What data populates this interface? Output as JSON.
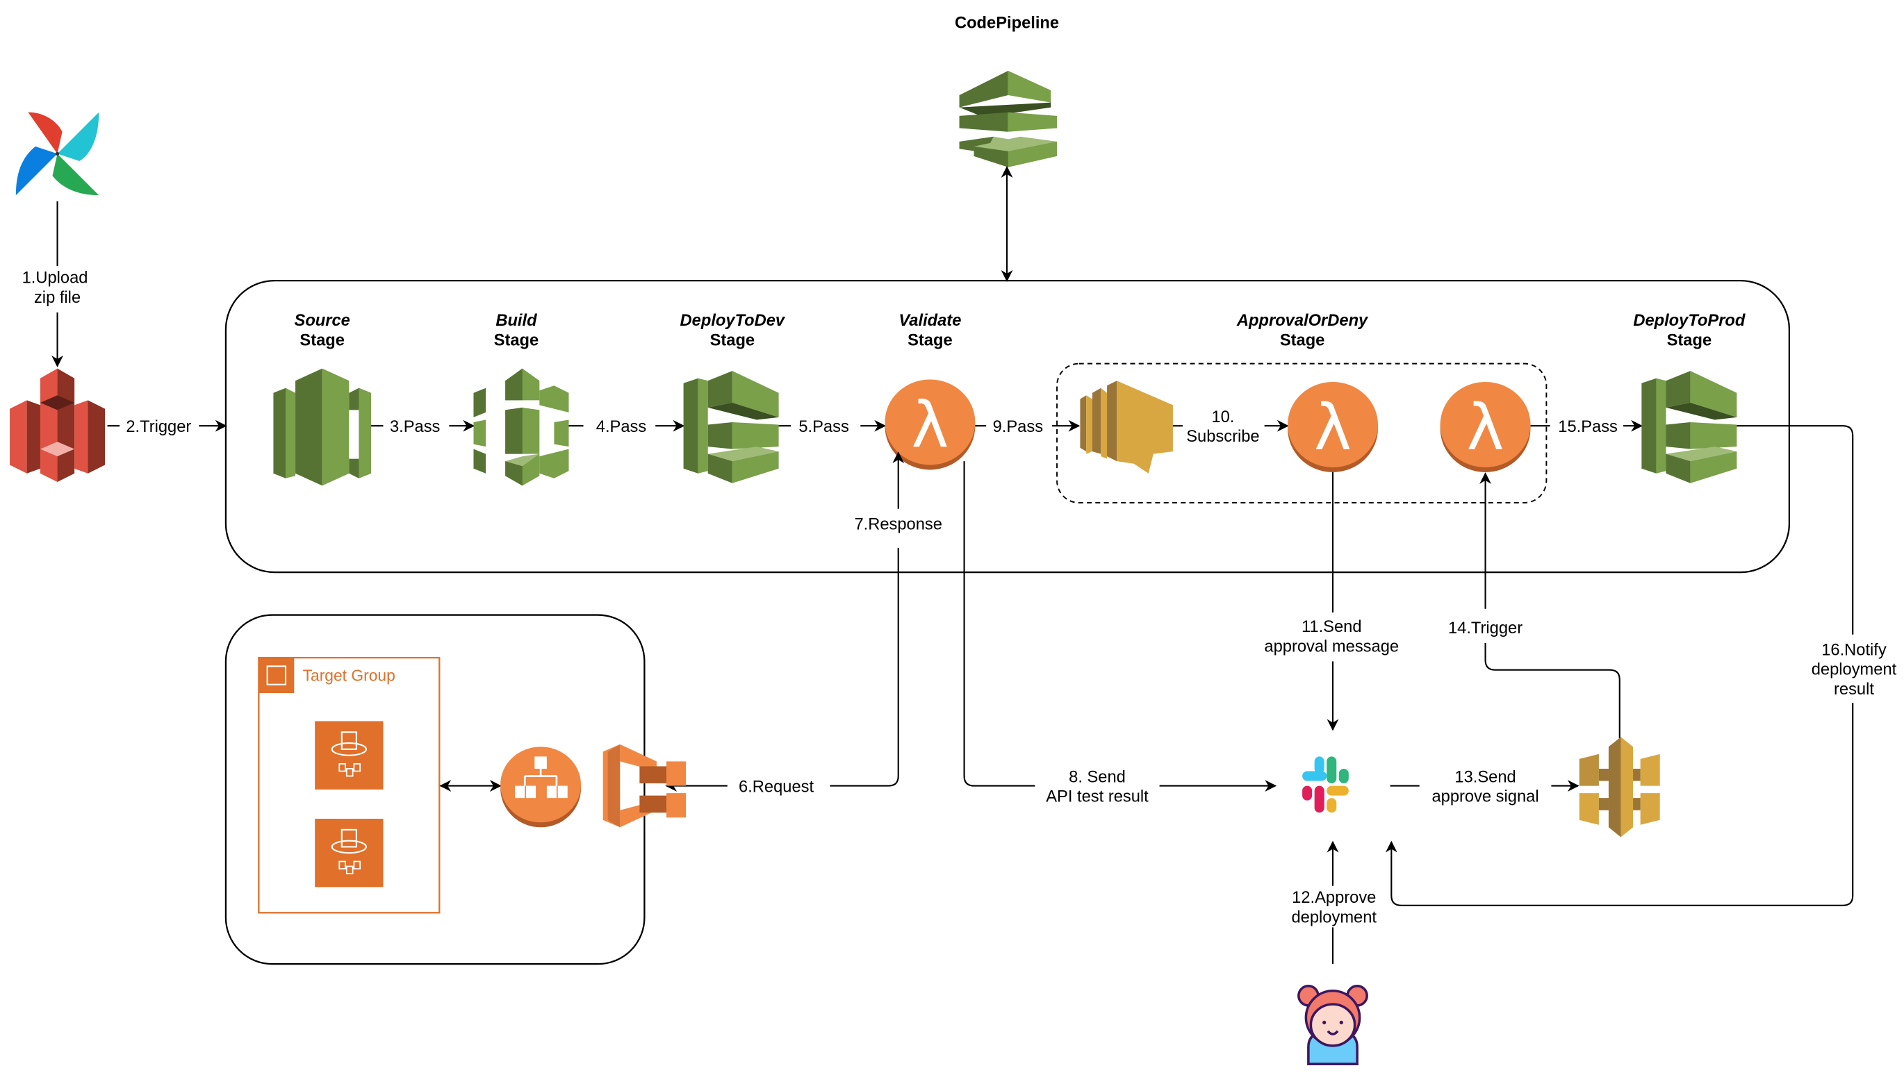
{
  "title": "CodePipeline",
  "pipeline_stages": [
    {
      "name": "Source",
      "suffix": "Stage",
      "icon": "codecommit-icon"
    },
    {
      "name": "Build",
      "suffix": "Stage",
      "icon": "codebuild-icon"
    },
    {
      "name": "DeployToDev",
      "suffix": "Stage",
      "icon": "codedeploy-icon"
    },
    {
      "name": "Validate",
      "suffix": "Stage",
      "icon": "lambda-icon"
    },
    {
      "name": "ApprovalOrDeny",
      "suffix": "Stage",
      "icon": "sns-icon"
    },
    {
      "name": "DeployToProd",
      "suffix": "Stage",
      "icon": "codedeploy-icon"
    }
  ],
  "target_group": {
    "label": "Target Group"
  },
  "steps": {
    "s1": [
      "1.Upload",
      "zip file"
    ],
    "s2": "2.Trigger",
    "s3": "3.Pass",
    "s4": "4.Pass",
    "s5": "5.Pass",
    "s6": "6.Request",
    "s7": "7.Response",
    "s8": [
      "8. Send",
      "API test result"
    ],
    "s9": "9.Pass",
    "s10": [
      "10.",
      "Subscribe"
    ],
    "s11": [
      "11.Send",
      "approval message"
    ],
    "s12": [
      "12.Approve",
      "deployment"
    ],
    "s13": [
      "13.Send",
      "approve signal"
    ],
    "s14": "14.Trigger",
    "s15": "15.Pass",
    "s16": [
      "16.Notify",
      "deployment",
      "result"
    ]
  },
  "icons": {
    "airflow": "airflow-pinwheel-icon",
    "s3": "s3-bucket-icon",
    "codepipeline": "codepipeline-icon",
    "ecs": "ecs-icon",
    "alb": "load-balancer-icon",
    "fargate": "fargate-task-icon",
    "slack": "slack-icon",
    "apigw": "api-gateway-icon",
    "user": "approver-avatar-icon"
  },
  "colors": {
    "aws_green_dark": "#567334",
    "aws_green": "#7aa049",
    "aws_green_light": "#a0ba78",
    "lambda_orange": "#f08844",
    "s3_red": "#e05243",
    "gold": "#d9a741",
    "target_group_orange": "#e0702a"
  }
}
